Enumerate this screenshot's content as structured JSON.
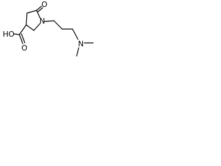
{
  "molecule": {
    "atoms": {
      "ring_n": "N",
      "ring_o": "O",
      "acid_oh": "HO",
      "acid_o": "O",
      "amine_n": "N"
    },
    "colors": {
      "ink": "#000000",
      "background": "#ffffff"
    }
  }
}
